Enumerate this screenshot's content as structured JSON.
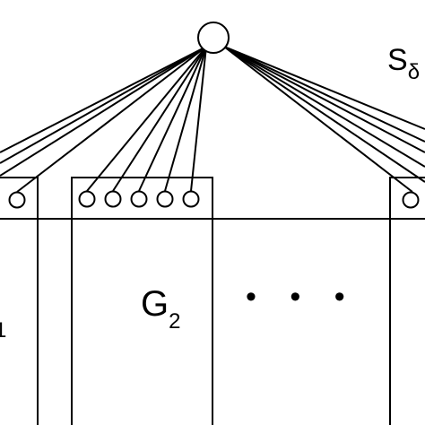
{
  "labels": {
    "top_set": {
      "main": "S",
      "sub": "δ"
    },
    "group2": {
      "main": "G",
      "sub": "2"
    },
    "group1_partial_sub": "1",
    "ellipsis": "• • •"
  },
  "colors": {
    "stroke": "#000000",
    "background": "#ffffff"
  },
  "icons": [
    "hub-node",
    "vertex-circle",
    "group-box"
  ]
}
